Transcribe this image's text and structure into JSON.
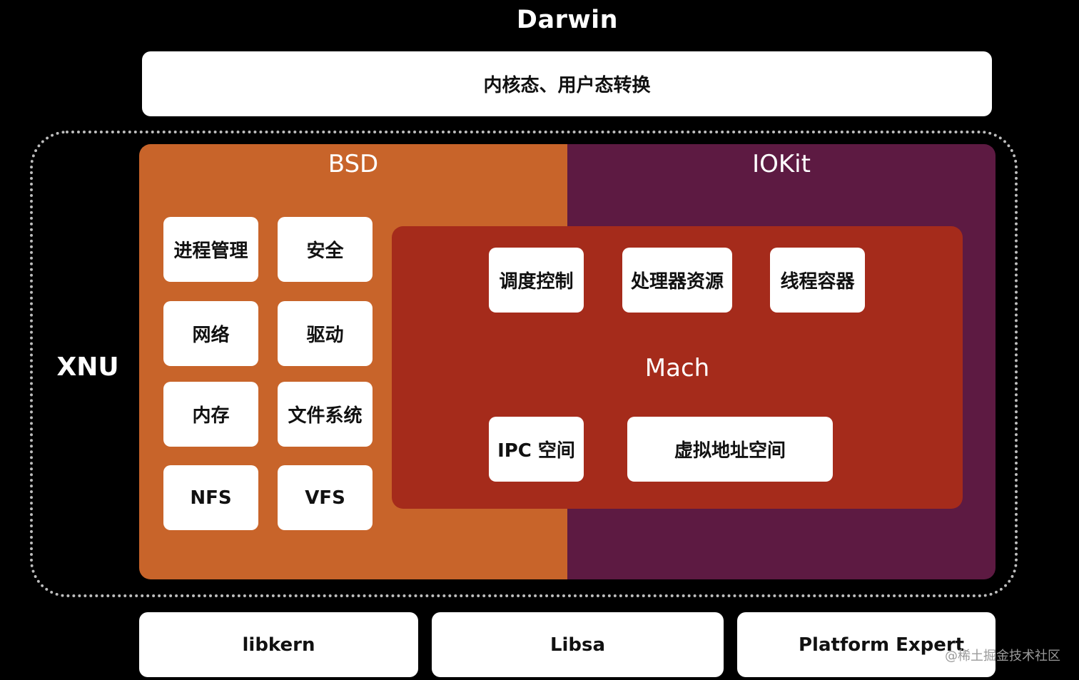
{
  "title": "Darwin",
  "mode_switch": "内核态、用户态转换",
  "xnu": {
    "label": "XNU",
    "bsd": {
      "title": "BSD",
      "items": [
        "进程管理",
        "安全",
        "网络",
        "驱动",
        "内存",
        "文件系统",
        "NFS",
        "VFS"
      ]
    },
    "iokit": {
      "title": "IOKit"
    },
    "mach": {
      "label": "Mach",
      "items": [
        "调度控制",
        "处理器资源",
        "线程容器",
        "IPC 空间",
        "虚拟地址空间"
      ]
    }
  },
  "libraries": [
    "libkern",
    "Libsa",
    "Platform Expert"
  ],
  "watermark": "@稀土掘金技术社区",
  "colors": {
    "background": "#000000",
    "bsd": "#c8642a",
    "iokit": "#5d1a42",
    "mach": "#a52b1b",
    "box": "#ffffff",
    "boundary": "#bdbdbd"
  }
}
